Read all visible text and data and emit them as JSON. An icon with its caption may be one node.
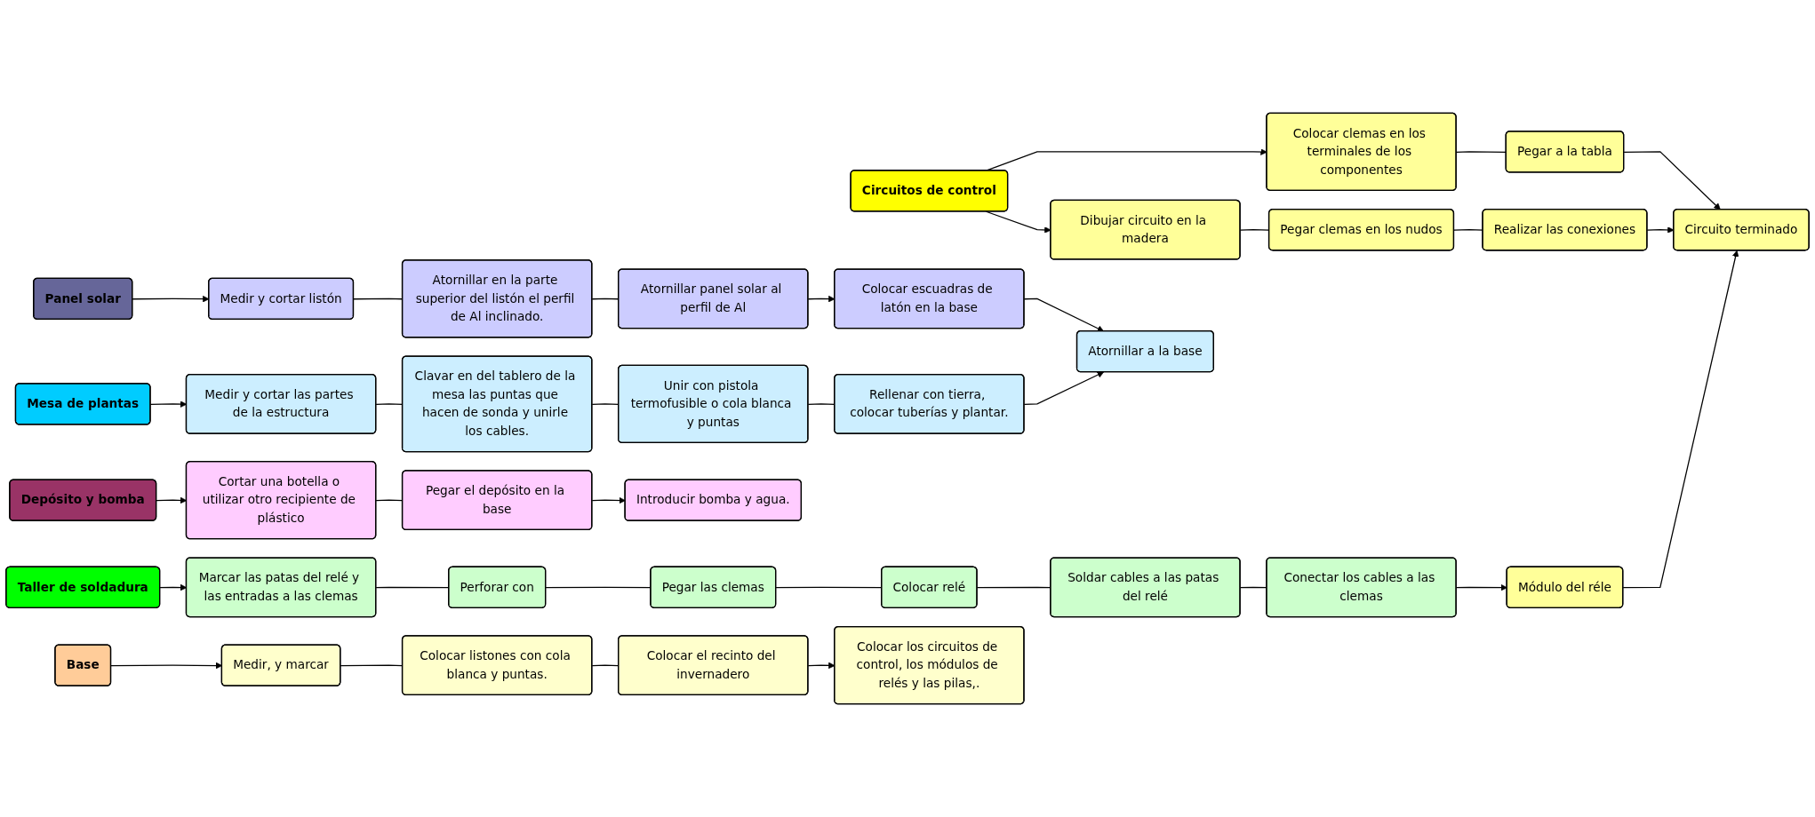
{
  "diagram": {
    "nodes": [
      {
        "text": [
          "Circuitos de control"
        ]
      },
      {
        "text": [
          "Colocar clemas en los terminales de los componentes"
        ]
      },
      {
        "text": [
          "Pegar a la tabla"
        ]
      },
      {
        "text": [
          "Dibujar circuito en la madera"
        ]
      },
      {
        "text": [
          "Pegar clemas en los nudos"
        ]
      },
      {
        "text": [
          "Realizar las conexiones"
        ]
      },
      {
        "text": [
          "Circuito terminado"
        ]
      },
      {
        "text": [
          "Módulo del réle"
        ]
      },
      {
        "text": [
          "Taller de soldadura"
        ]
      },
      {
        "text": [
          "Marcar las patas del relé y las entradas a las clemas"
        ]
      },
      {
        "text": [
          "Perforar con"
        ]
      },
      {
        "text": [
          "Pegar las clemas"
        ]
      },
      {
        "text": [
          "Colocar relé"
        ]
      },
      {
        "text": [
          "Soldar cables a las patas del relé"
        ]
      },
      {
        "text": [
          "Conectar los cables a las clemas"
        ]
      },
      {
        "text": [
          "Panel solar"
        ]
      },
      {
        "text": [
          "Medir y cortar listón"
        ]
      },
      {
        "text": [
          "Atornillar en la parte superior del listón el perfil de Al inclinado."
        ]
      },
      {
        "text": [
          "Atornillar panel solar al perfil de Al"
        ]
      },
      {
        "text": [
          "Colocar escuadras de latón en la base"
        ]
      },
      {
        "text": [
          "Depósito y bomba"
        ]
      },
      {
        "text": [
          "Cortar una botella o utilizar otro recipiente de plástico"
        ]
      },
      {
        "text": [
          "Pegar el depósito en la base"
        ]
      },
      {
        "text": [
          "Introducir bomba y agua."
        ]
      },
      {
        "text": [
          "Atornillar a la base"
        ]
      },
      {
        "text": [
          "Mesa de plantas"
        ]
      },
      {
        "text": [
          "Medir y cortar las partes de la estructura"
        ]
      },
      {
        "text": [
          "Clavar en del tablero de la mesa las puntas que hacen de sonda y unirle los cables."
        ]
      },
      {
        "text": [
          "Unir con pistola termofusible o cola blanca y puntas"
        ]
      },
      {
        "text": [
          "Rellenar con tierra, colocar tuberías y plantar."
        ]
      },
      {
        "text": [
          "Base"
        ]
      },
      {
        "text": [
          "Medir, y marcar"
        ]
      },
      {
        "text": [
          "Colocar listones con cola blanca y puntas."
        ]
      },
      {
        "text": [
          "Colocar el recinto del invernadero"
        ]
      },
      {
        "text": [
          "Colocar los circuitos de control, los módulos de relés y las pilas,."
        ]
      }
    ],
    "edges": [
      {
        "from": 0,
        "to": 1,
        "arrow": "to"
      },
      {
        "from": 0,
        "to": 3,
        "arrow": "to"
      },
      {
        "from": 1,
        "to": 2,
        "arrow": "none"
      },
      {
        "from": 2,
        "to": 6,
        "arrow": "to"
      },
      {
        "from": 3,
        "to": 4,
        "arrow": "none"
      },
      {
        "from": 4,
        "to": 5,
        "arrow": "none"
      },
      {
        "from": 5,
        "to": 6,
        "arrow": "to"
      },
      {
        "from": 7,
        "to": 6,
        "arrow": "to"
      },
      {
        "from": 8,
        "to": 9,
        "arrow": "to"
      },
      {
        "from": 9,
        "to": 10,
        "arrow": "none"
      },
      {
        "from": 10,
        "to": 11,
        "arrow": "none"
      },
      {
        "from": 11,
        "to": 12,
        "arrow": "none"
      },
      {
        "from": 12,
        "to": 13,
        "arrow": "none"
      },
      {
        "from": 13,
        "to": 14,
        "arrow": "none"
      },
      {
        "from": 14,
        "to": 7,
        "arrow": "to"
      },
      {
        "from": 15,
        "to": 16,
        "arrow": "to"
      },
      {
        "from": 16,
        "to": 17,
        "arrow": "none"
      },
      {
        "from": 17,
        "to": 18,
        "arrow": "none"
      },
      {
        "from": 18,
        "to": 19,
        "arrow": "to"
      },
      {
        "from": 19,
        "to": 24,
        "arrow": "to"
      },
      {
        "from": 20,
        "to": 21,
        "arrow": "to"
      },
      {
        "from": 21,
        "to": 22,
        "arrow": "none"
      },
      {
        "from": 22,
        "to": 23,
        "arrow": "to"
      },
      {
        "from": 25,
        "to": 26,
        "arrow": "to"
      },
      {
        "from": 26,
        "to": 27,
        "arrow": "none"
      },
      {
        "from": 27,
        "to": 28,
        "arrow": "none"
      },
      {
        "from": 28,
        "to": 29,
        "arrow": "none"
      },
      {
        "from": 29,
        "to": 24,
        "arrow": "to"
      },
      {
        "from": 30,
        "to": 31,
        "arrow": "to"
      },
      {
        "from": 31,
        "to": 32,
        "arrow": "none"
      },
      {
        "from": 32,
        "to": 33,
        "arrow": "none"
      },
      {
        "from": 33,
        "to": 34,
        "arrow": "to"
      }
    ]
  }
}
